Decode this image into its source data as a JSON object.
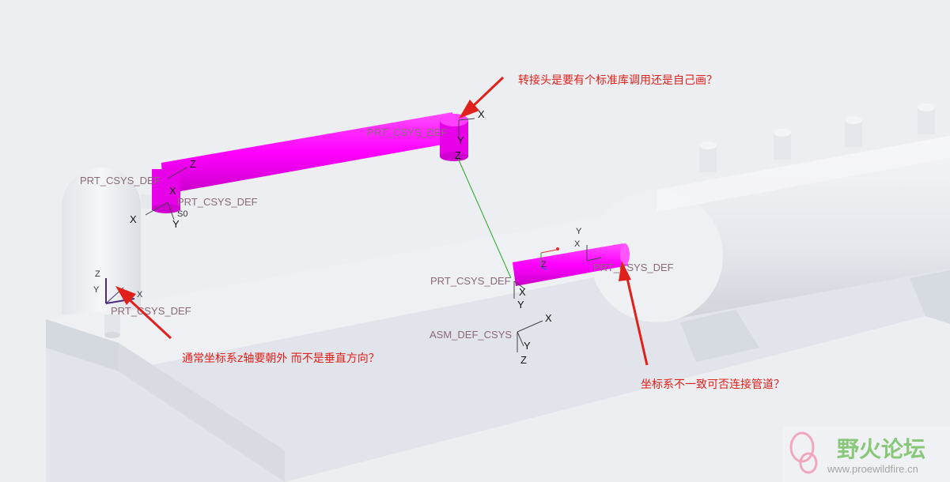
{
  "annotations": {
    "connector_question": "转接头是要有个标准库调用还是自己画？",
    "z_axis_question": "通常坐标系z轴要朝外  而不是垂直方向？",
    "csys_mismatch_question": "坐标系不一致可否连接管道？"
  },
  "csys_labels": {
    "top_pipe": "PRT_CSYS_DEF",
    "left_elbow": "PRT_CSYS_DEF",
    "left_elbow_lower": "PRT_CSYS_DEF",
    "left_vessel": "PRT_CSYS_DEF",
    "right_pipe": "PRT_CSYS_DEF",
    "right_nozzle": "PRT_CSYS_DEF",
    "assembly": "ASM_DEF_CSYS"
  },
  "axis_letters": {
    "x": "X",
    "y": "Y",
    "z": "Z",
    "s0": "S0"
  },
  "watermark": {
    "name": "野火论坛",
    "url": "www.proewildfire.cn"
  },
  "colors": {
    "pipe": "#ff00ff",
    "model": "#e6e9ee",
    "annotation": "#e0201a",
    "connection_line": "#22aa22"
  }
}
